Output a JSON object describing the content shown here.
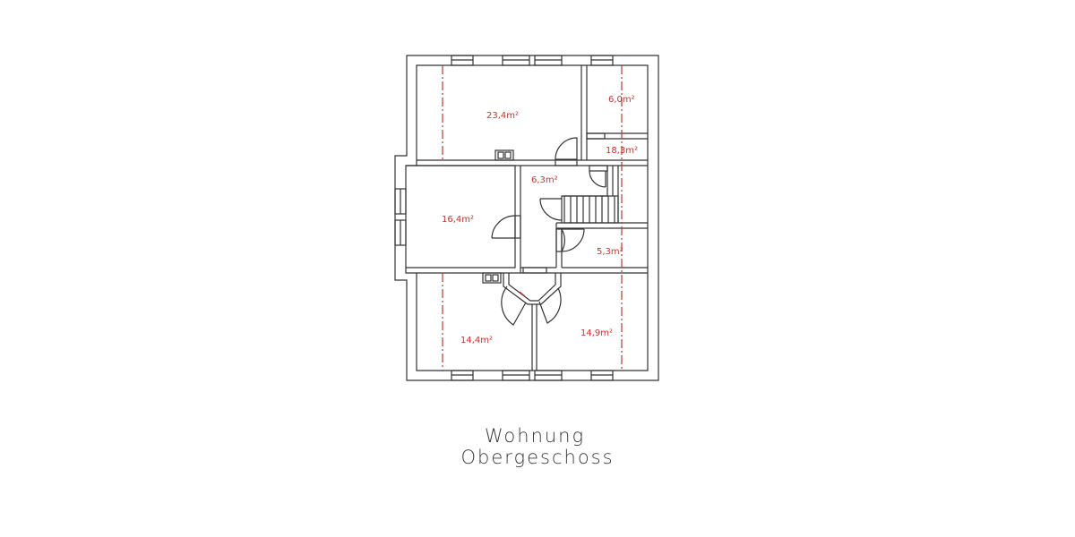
{
  "drawing": {
    "title_line1": "Wohnung",
    "title_line2": "Obergeschoss",
    "line_color": "#333333",
    "axis_color": "#c8322d",
    "rooms": [
      {
        "id": "room-north-large",
        "area": "23,4m²"
      },
      {
        "id": "room-northeast-small",
        "area": "6,0m²"
      },
      {
        "id": "room-east-corridor",
        "area": "18,3m²"
      },
      {
        "id": "room-west",
        "area": "16,4m²"
      },
      {
        "id": "room-hall",
        "area": "6,3m²"
      },
      {
        "id": "room-east-mid",
        "area": "5,3m²"
      },
      {
        "id": "room-southwest",
        "area": "14,4m²"
      },
      {
        "id": "room-southeast",
        "area": "14,9m²"
      }
    ]
  }
}
